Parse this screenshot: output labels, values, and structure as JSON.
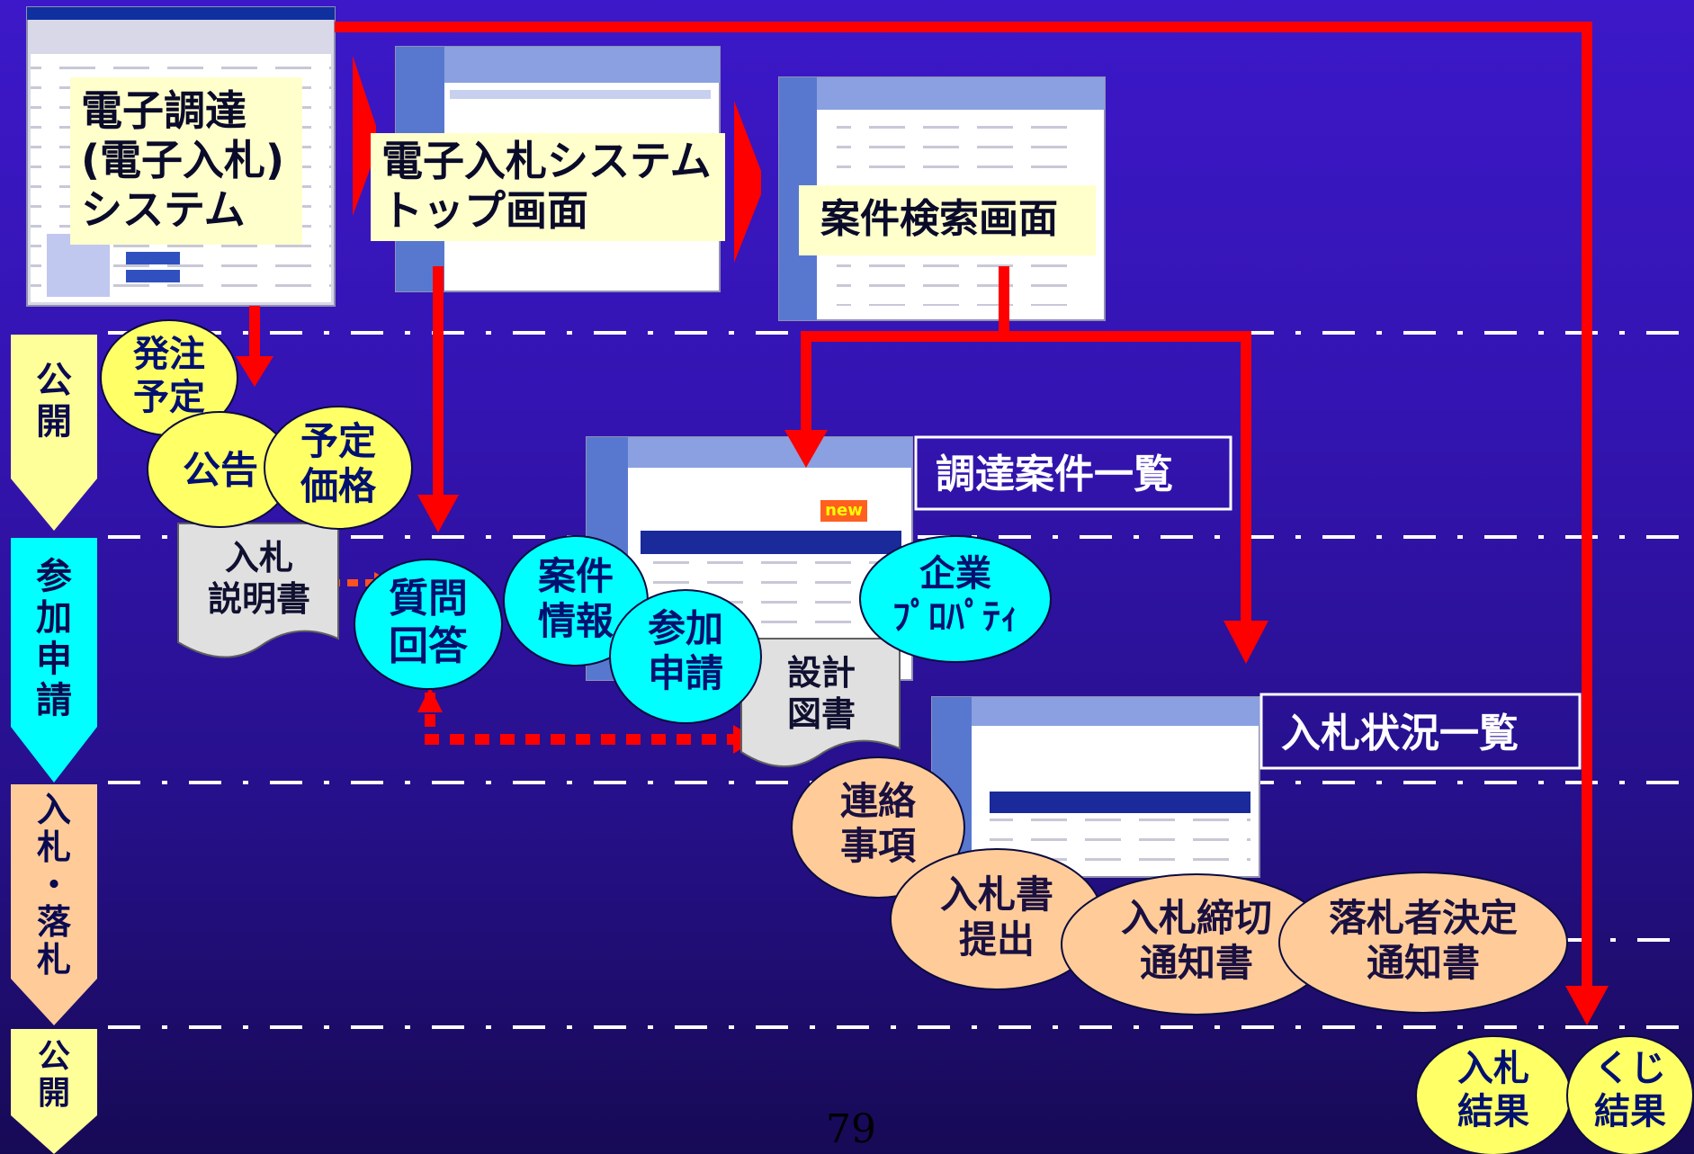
{
  "colors": {
    "background_top": "#3c18c8",
    "background_bottom": "#170a55",
    "arrow_red": "#ff0000",
    "bubble_yellow": "#ffff66",
    "bubble_cyan": "#00ffff",
    "bubble_orange": "#ffcc99",
    "phase_yellow": "#ffff99",
    "phase_cyan": "#00ffff",
    "phase_orange": "#ffcc99",
    "label_box": "#ffffcc",
    "document_box": "#e0e0e0",
    "dashed_line": "#ffffff"
  },
  "screens": {
    "system": "電子調達\n(電子入札)\nシステム",
    "top": "電子入札システム\nトップ画面",
    "search": "案件検索画面",
    "procurement_list": "調達案件一覧",
    "bid_status_list": "入札状況一覧"
  },
  "phases": {
    "koukai1": "公\n開",
    "sanka": "参\n加\n申\n請",
    "nyusatsu": "入\n札\n・\n落\n札",
    "koukai2": "公\n開"
  },
  "bubbles": {
    "hacchu": "発注\n予定",
    "koukoku": "公告",
    "yotei": "予定\n価格",
    "shitsumon": "質問\n回答",
    "anken": "案件\n情報",
    "sankashinsei": "参加\n申請",
    "kigyou": "企業\nﾌﾟﾛﾊﾟﾃｨ",
    "renraku": "連絡\n事項",
    "nyusatsusho": "入札書\n提出",
    "shimekiri": "入札締切\n通知書",
    "rakusatsu": "落札者決定\n通知書",
    "kekka": "入札\n結果",
    "kuji": "くじ\n結果"
  },
  "documents": {
    "setsumeisho": "入札\n説明書",
    "sekkei": "設計\n図書"
  },
  "new_badge": "new",
  "page_number": "79"
}
